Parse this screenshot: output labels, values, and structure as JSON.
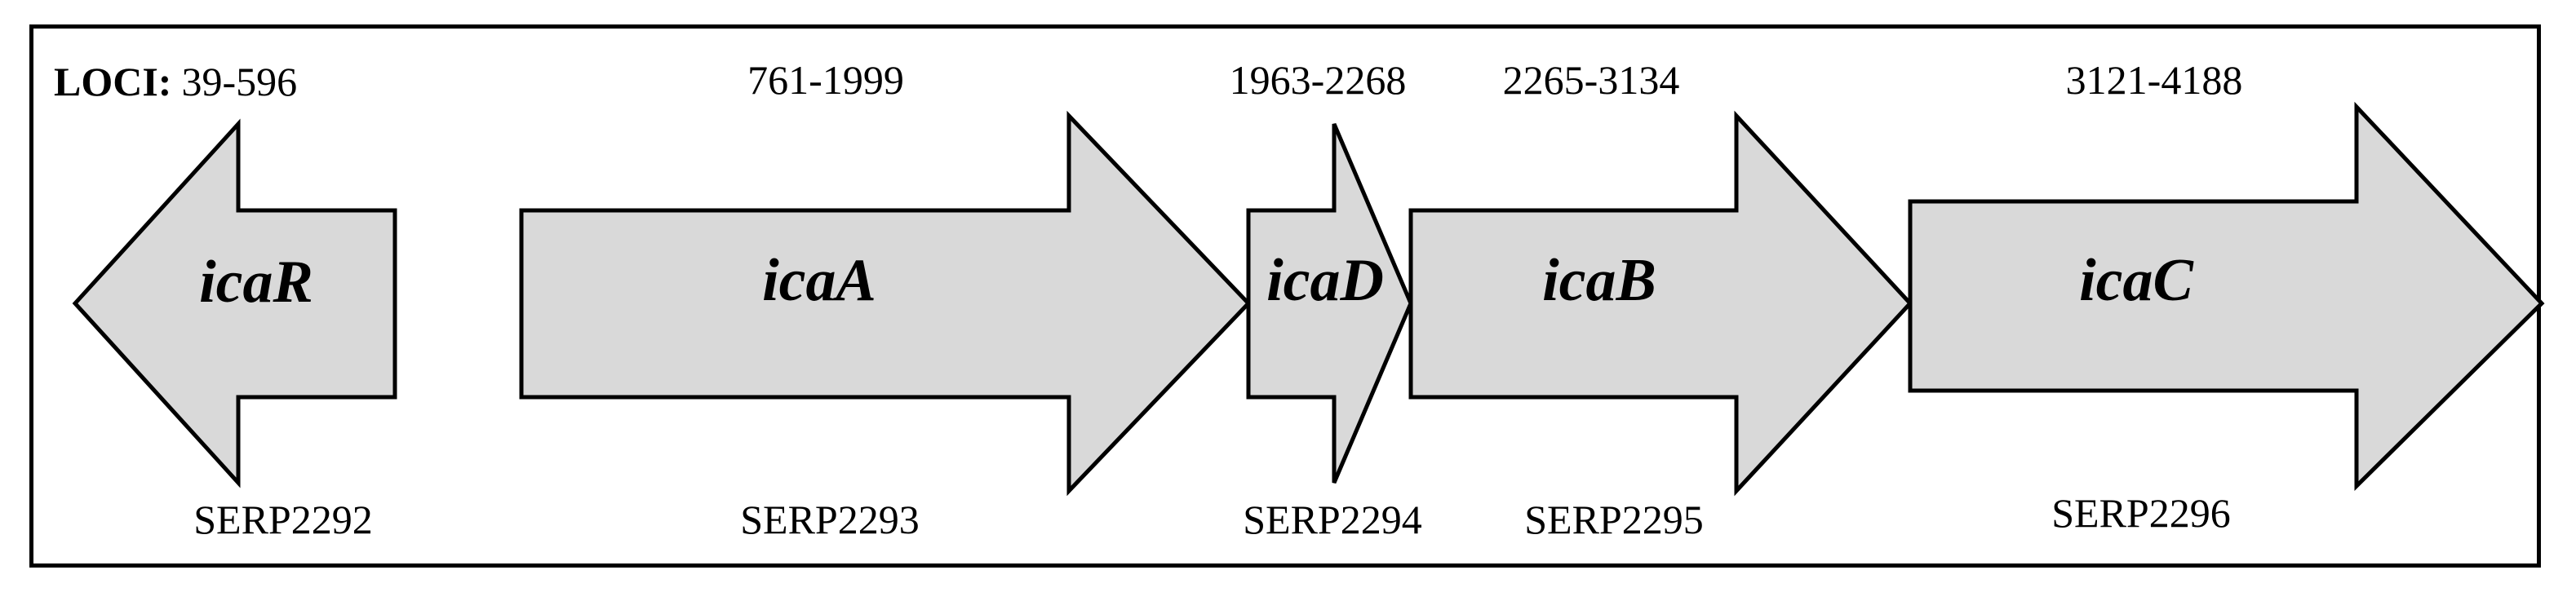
{
  "loci_prefix": "LOCI:",
  "colors": {
    "arrow_fill": "#d9d9d9",
    "arrow_stroke": "#000000",
    "frame": "#000000"
  },
  "genes": [
    {
      "name": "icaR",
      "locus": "39-596",
      "id": "SERP2292",
      "direction": "reverse"
    },
    {
      "name": "icaA",
      "locus": "761-1999",
      "id": "SERP2293",
      "direction": "forward"
    },
    {
      "name": "icaD",
      "locus": "1963-2268",
      "id": "SERP2294",
      "direction": "forward"
    },
    {
      "name": "icaB",
      "locus": "2265-3134",
      "id": "SERP2295",
      "direction": "forward"
    },
    {
      "name": "icaC",
      "locus": "3121-4188",
      "id": "SERP2296",
      "direction": "forward"
    }
  ]
}
